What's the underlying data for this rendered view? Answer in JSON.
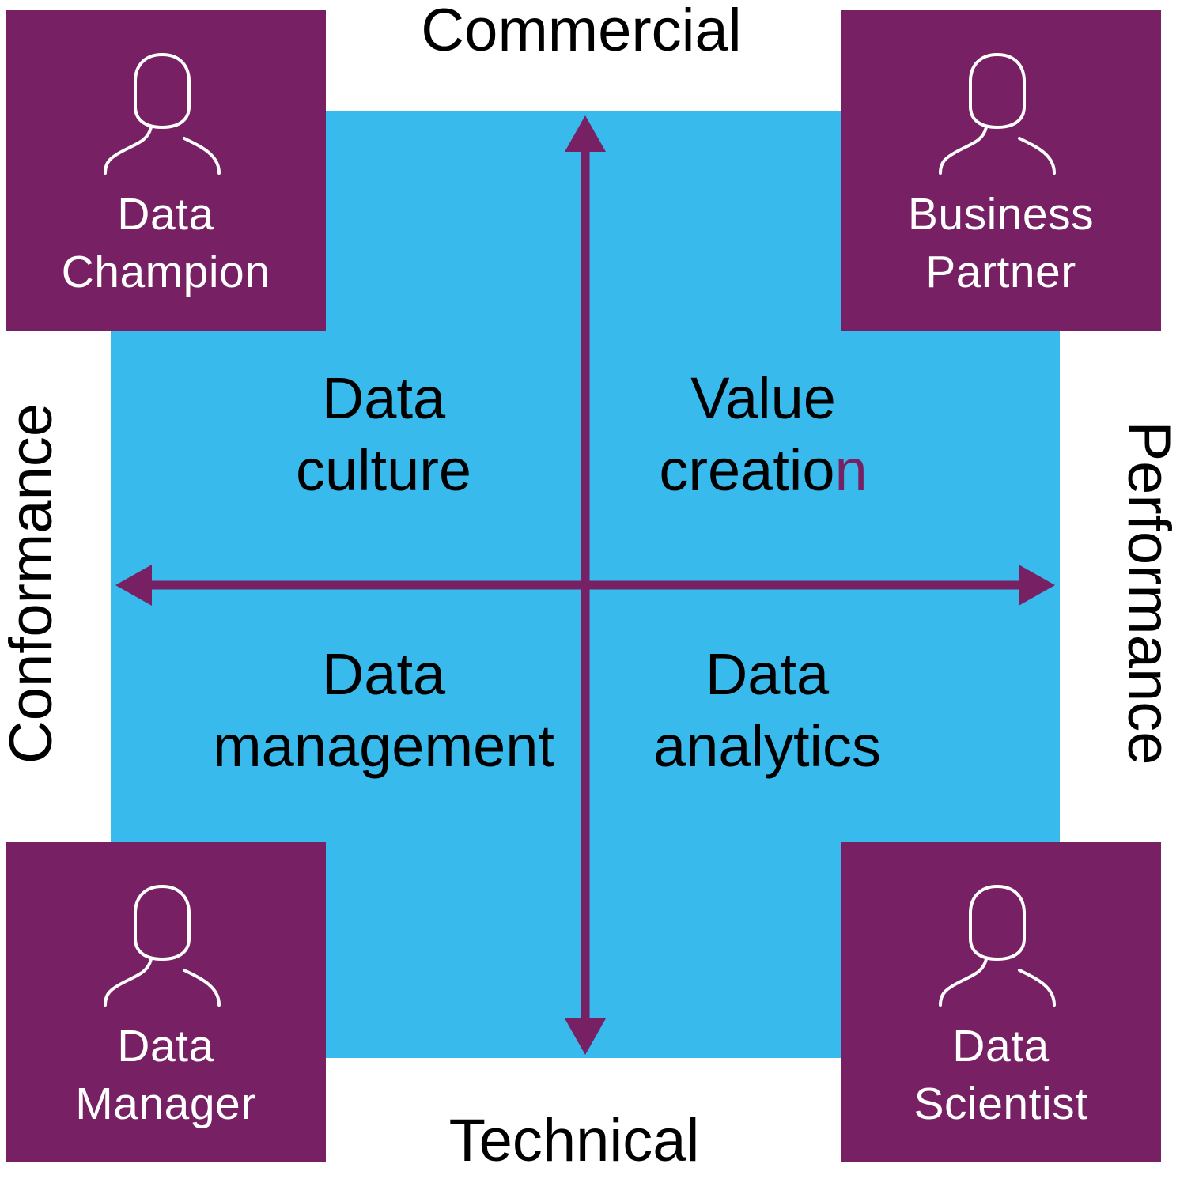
{
  "colors": {
    "field": "#38baec",
    "role_box": "#772064",
    "axis": "#772064",
    "role_text": "#ffffff",
    "label_text": "#000000"
  },
  "axes": {
    "top": "Commercial",
    "bottom": "Technical",
    "left": "Conformance",
    "right": "Performance"
  },
  "roles": {
    "top_left": {
      "icon": "person-icon",
      "line1": "Data",
      "line2": "Champion"
    },
    "top_right": {
      "icon": "person-icon",
      "line1": "Business",
      "line2": "Partner"
    },
    "bottom_left": {
      "icon": "person-icon",
      "line1": "Data",
      "line2": "Manager"
    },
    "bottom_right": {
      "icon": "person-icon",
      "line1": "Data",
      "line2": "Scientist"
    }
  },
  "quadrants": {
    "top_left": {
      "line1": "Data",
      "line2": "culture"
    },
    "top_right": {
      "line1": "Value",
      "line2_main": "creatio",
      "line2_accent": "n"
    },
    "bottom_left": {
      "line1": "Data",
      "line2": "management"
    },
    "bottom_right": {
      "line1": "Data",
      "line2": "analytics"
    }
  }
}
